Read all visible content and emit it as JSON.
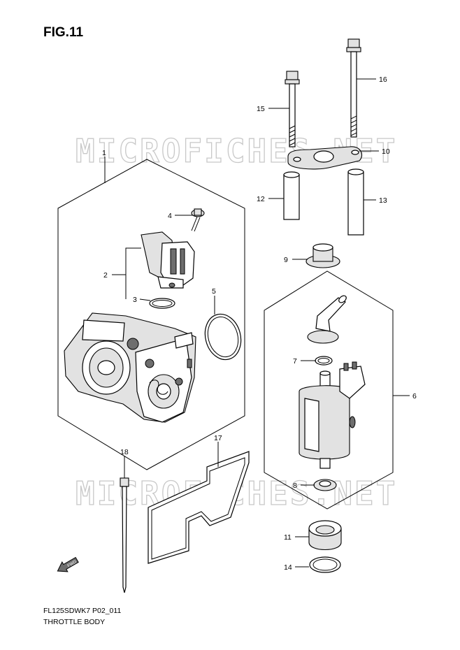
{
  "figure": {
    "title": "FIG.11"
  },
  "footer": {
    "code": "FL125SDWK7 P02_011",
    "name": "THROTTLE BODY"
  },
  "watermark": {
    "text": "MICROFICHES.NET"
  },
  "callouts": [
    {
      "id": "1",
      "label": "1"
    },
    {
      "id": "2",
      "label": "2"
    },
    {
      "id": "3",
      "label": "3"
    },
    {
      "id": "4",
      "label": "4"
    },
    {
      "id": "5",
      "label": "5"
    },
    {
      "id": "6",
      "label": "6"
    },
    {
      "id": "7",
      "label": "7"
    },
    {
      "id": "8",
      "label": "8"
    },
    {
      "id": "9",
      "label": "9"
    },
    {
      "id": "10",
      "label": "10"
    },
    {
      "id": "11",
      "label": "11"
    },
    {
      "id": "12",
      "label": "12"
    },
    {
      "id": "13",
      "label": "13"
    },
    {
      "id": "14",
      "label": "14"
    },
    {
      "id": "15",
      "label": "15"
    },
    {
      "id": "16",
      "label": "16"
    },
    {
      "id": "17",
      "label": "17"
    },
    {
      "id": "18",
      "label": "18"
    }
  ],
  "fwd_arrow": {
    "icon": "forward-arrow-icon"
  }
}
